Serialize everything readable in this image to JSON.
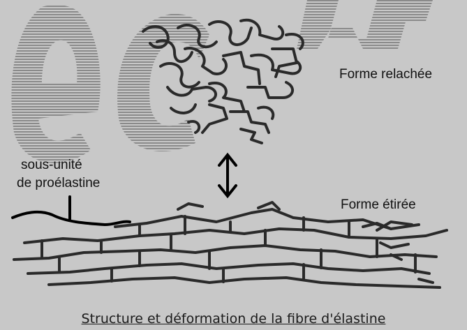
{
  "labels": {
    "relaxed": "Forme relachée",
    "stretched": "Forme étirée",
    "subunit_line1": "sous-unité",
    "subunit_line2": "de proélastine"
  },
  "caption": "Structure et déformation de la fibre d'élastine",
  "watermark": {
    "text": "ech",
    "color": "#8a8a8a"
  },
  "colors": {
    "background": "#c8c8c8",
    "fiber": "#2a2a2a",
    "subunit": "#000000"
  }
}
